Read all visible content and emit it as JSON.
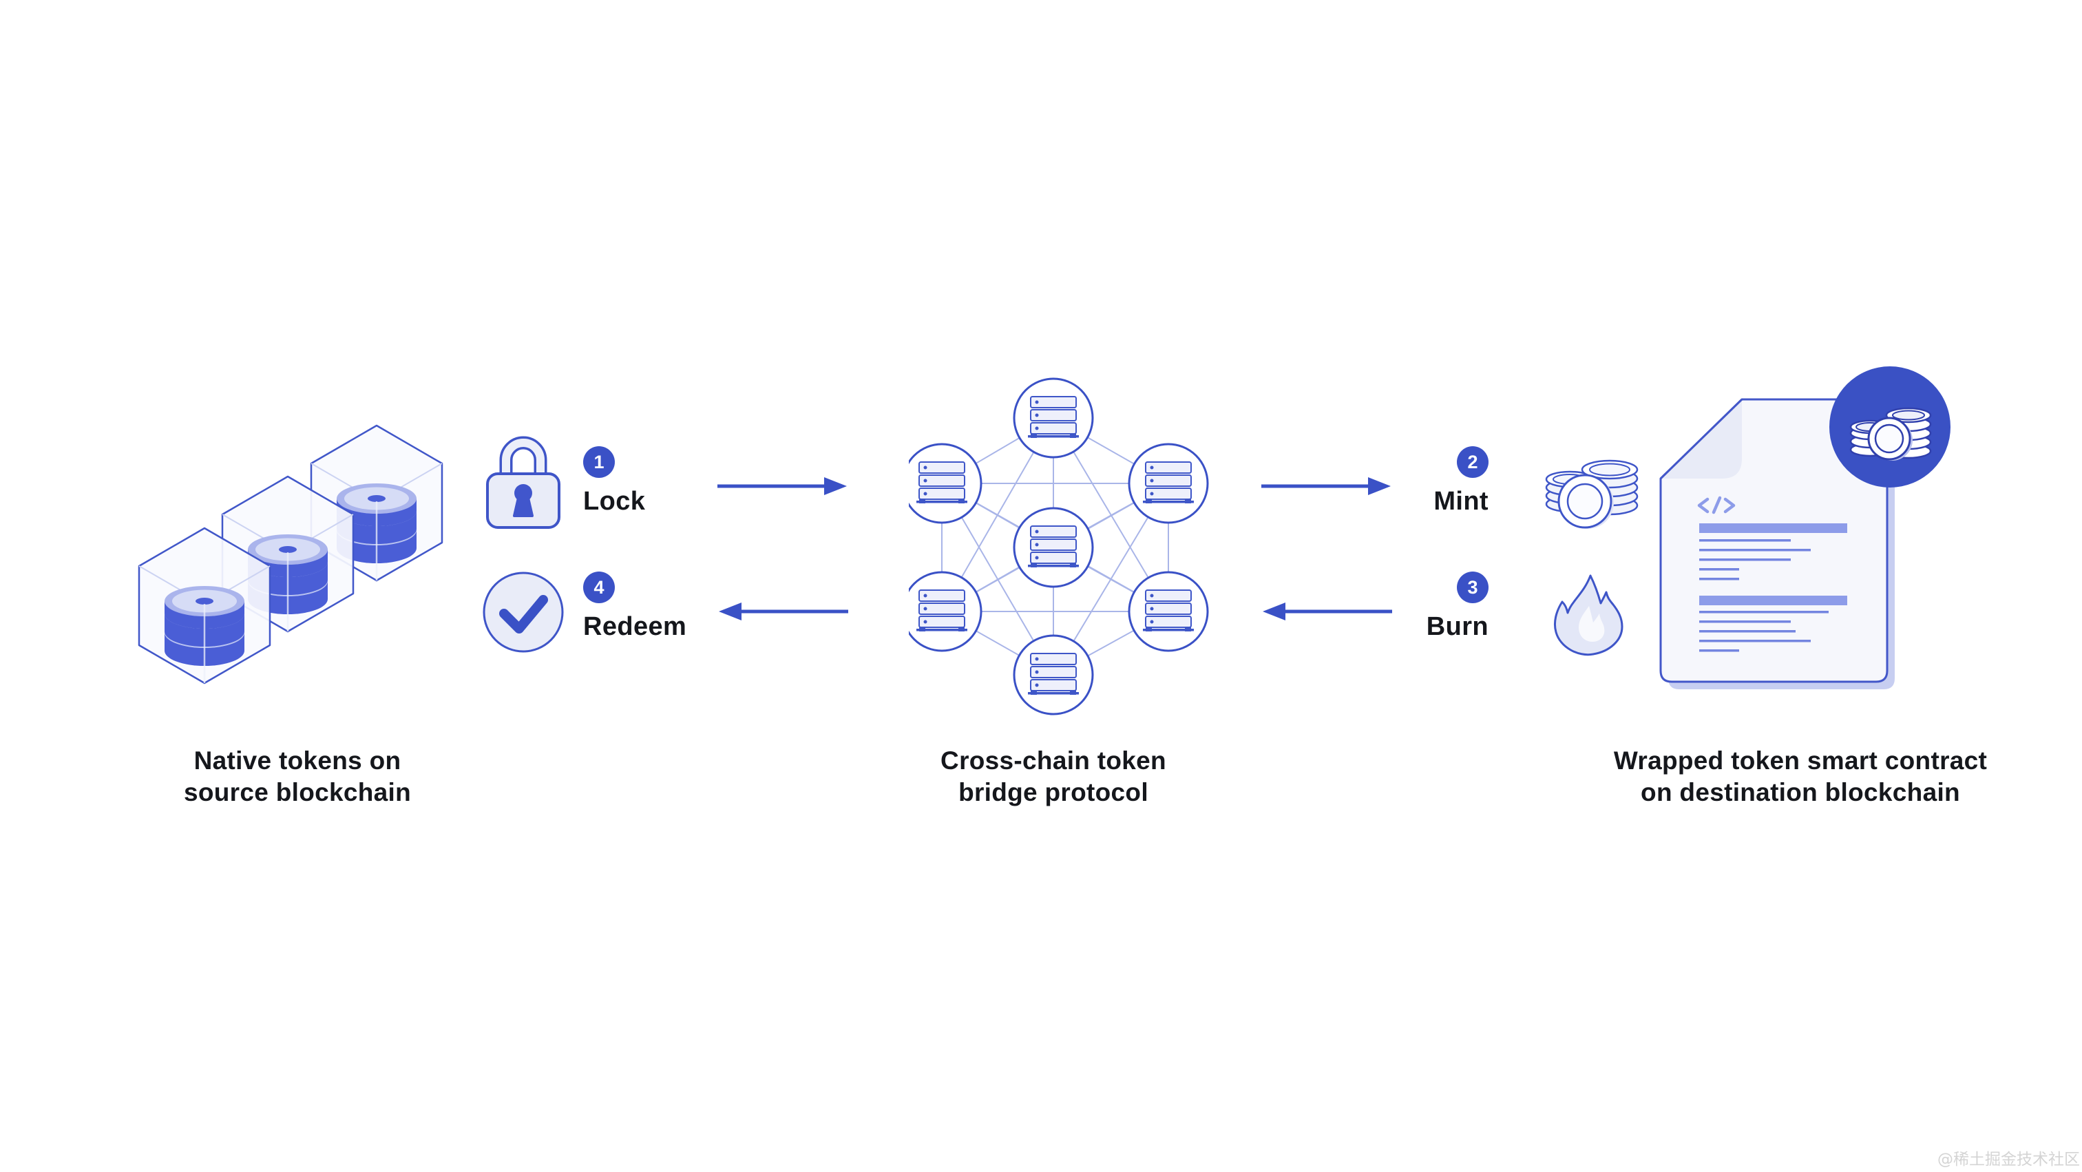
{
  "diagram": {
    "groups": {
      "source": {
        "caption_line1": "Native tokens on",
        "caption_line2": "source blockchain",
        "cube_count": 3
      },
      "bridge": {
        "caption_line1": "Cross-chain token",
        "caption_line2": "bridge protocol",
        "node_count": 7,
        "fully_connected": true
      },
      "destination": {
        "caption_line1": "Wrapped token smart contract",
        "caption_line2": "on destination blockchain"
      }
    },
    "steps": {
      "lock": {
        "number": "1",
        "label": "Lock",
        "icon": "padlock-icon"
      },
      "mint": {
        "number": "2",
        "label": "Mint",
        "icon": "coin-stack-icon"
      },
      "burn": {
        "number": "3",
        "label": "Burn",
        "icon": "flame-icon"
      },
      "redeem": {
        "number": "4",
        "label": "Redeem",
        "icon": "checkmark-circle-icon"
      }
    },
    "flows": [
      {
        "from": "source",
        "to": "bridge",
        "direction": "right",
        "step": "1"
      },
      {
        "from": "bridge",
        "to": "destination",
        "direction": "right",
        "step": "2"
      },
      {
        "from": "destination",
        "to": "bridge",
        "direction": "left",
        "step": "3"
      },
      {
        "from": "bridge",
        "to": "source",
        "direction": "left",
        "step": "4"
      }
    ]
  },
  "colors": {
    "background": "#ffffff",
    "accent": "#3a51c6",
    "badge": "#3a51c6",
    "node_stroke": "#3a51c6",
    "mesh_line": "#a9b5e8",
    "icon_light_fill": "#e9ecf8",
    "coin_blue": "#4a5ed6",
    "doc_heading_bar": "#8d9ce9",
    "doc_text_line": "#7485e0",
    "doc_circle": "#3a51c4",
    "caption_text": "#15171c",
    "watermark": "#d4d4d4"
  },
  "watermark": "@稀土掘金技术社区"
}
